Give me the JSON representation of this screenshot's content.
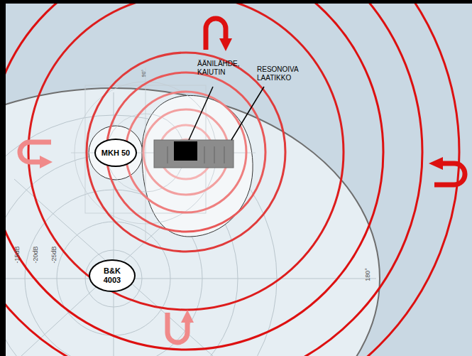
{
  "diagram": {
    "nodes": [
      {
        "text": [
          "MKH 50"
        ]
      },
      {
        "text": [
          "B&K 4003"
        ]
      }
    ],
    "labels": [
      "ÄÄNILÄHDE, KAIUTIN",
      "RESONOIVA LAATIKKO",
      "-15dB",
      "-20dB",
      "-25dB",
      "180°",
      "90°"
    ]
  }
}
